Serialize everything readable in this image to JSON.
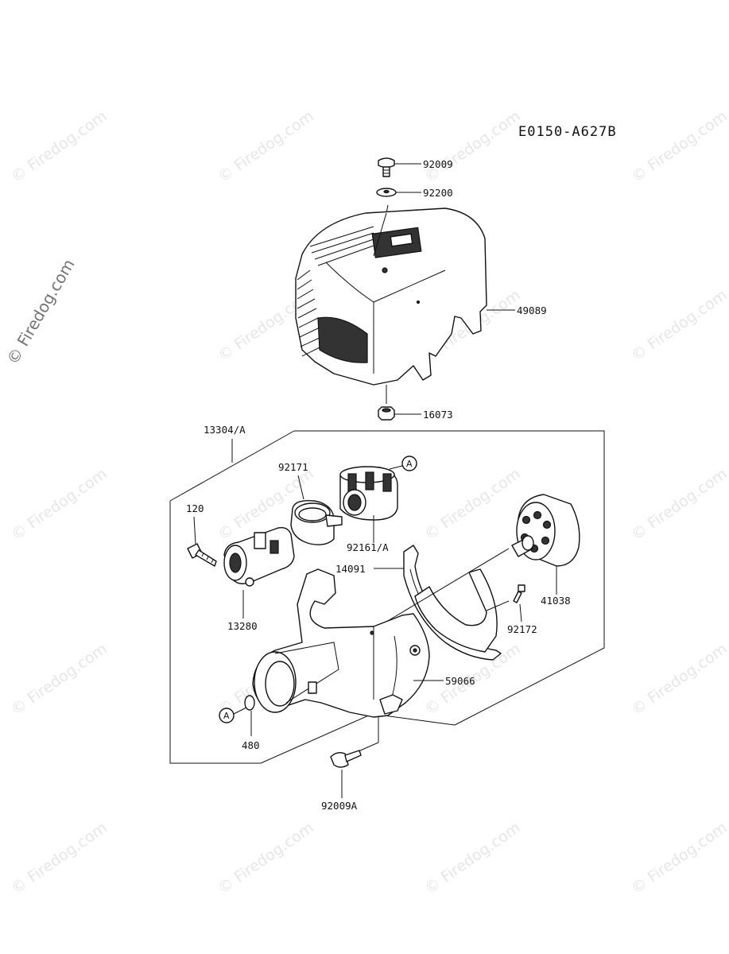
{
  "diagram_code": "E0150-A627B",
  "watermark_text": "© Firedog.com",
  "ref_marker": "A",
  "parts": {
    "p92009": "92009",
    "p92200": "92200",
    "p49089": "49089",
    "p16073": "16073",
    "p13304": "13304/A",
    "p92171": "92171",
    "p120": "120",
    "p92161": "92161/A",
    "p14091": "14091",
    "p13280": "13280",
    "p41038": "41038",
    "p92172": "92172",
    "p59066": "59066",
    "p480": "480",
    "p92009A": "92009A"
  }
}
